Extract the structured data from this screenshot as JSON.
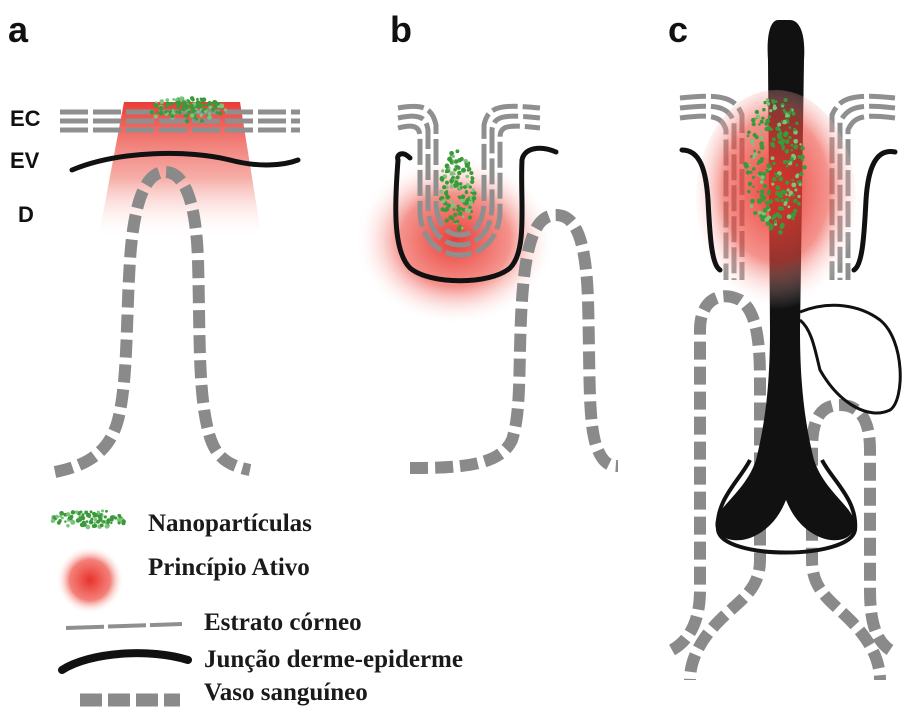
{
  "panels": {
    "a": "a",
    "b": "b",
    "c": "c"
  },
  "layers": {
    "ec": "EC",
    "ev": "EV",
    "d": "D"
  },
  "legend": {
    "nanoparticles": "Nanopartículas",
    "active_principle": "Princípio Ativo",
    "stratum_corneum": "Estrato córneo",
    "dermal_epidermal_junction": "Junção derme-epiderme",
    "blood_vessel": "Vaso sanguíneo"
  },
  "colors": {
    "nanoparticle": "#3a9a3a",
    "active_principle": "#e8322b",
    "stratum_corneum": "#8f8f8f",
    "junction": "#111111",
    "vessel": "#8a8a8a",
    "hair": "#111111"
  }
}
